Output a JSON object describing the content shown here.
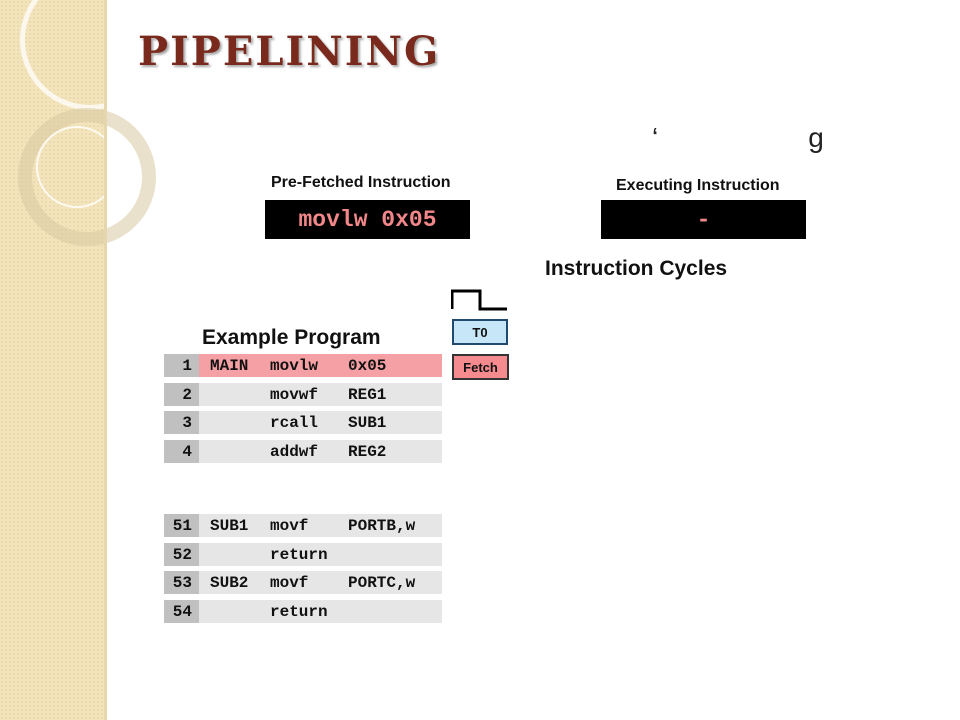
{
  "slide": {
    "title": "PIPELINING",
    "partial_glyphs": "‘g"
  },
  "prefetch": {
    "label": "Pre-Fetched Instruction",
    "value": "movlw 0x05"
  },
  "executing": {
    "label": "Executing Instruction",
    "value": "-"
  },
  "cycles": {
    "title": "Instruction Cycles",
    "t_label": "T0",
    "fetch_label": "Fetch"
  },
  "program": {
    "title": "Example Program",
    "main_rows": [
      {
        "num": "1",
        "label": "MAIN",
        "op": "movlw",
        "arg": "0x05",
        "active": true
      },
      {
        "num": "2",
        "label": "",
        "op": "movwf",
        "arg": "REG1",
        "active": false
      },
      {
        "num": "3",
        "label": "",
        "op": "rcall",
        "arg": "SUB1",
        "active": false
      },
      {
        "num": "4",
        "label": "",
        "op": "addwf",
        "arg": "REG2",
        "active": false
      }
    ],
    "sub_rows": [
      {
        "num": "51",
        "label": "SUB1",
        "op": "movf",
        "arg": "PORTB,w",
        "active": false
      },
      {
        "num": "52",
        "label": "",
        "op": "return",
        "arg": "",
        "active": false
      },
      {
        "num": "53",
        "label": "SUB2",
        "op": "movf",
        "arg": "PORTC,w",
        "active": false
      },
      {
        "num": "54",
        "label": "",
        "op": "return",
        "arg": "",
        "active": false
      }
    ]
  },
  "colors": {
    "title": "#7a2a1c",
    "highlight_row": "#f5a0a4",
    "instruction_text": "#f2878a",
    "t_box": "#c7e6f7",
    "fetch_box": "#f58a8f",
    "sidebar": "#f3e4bc"
  }
}
